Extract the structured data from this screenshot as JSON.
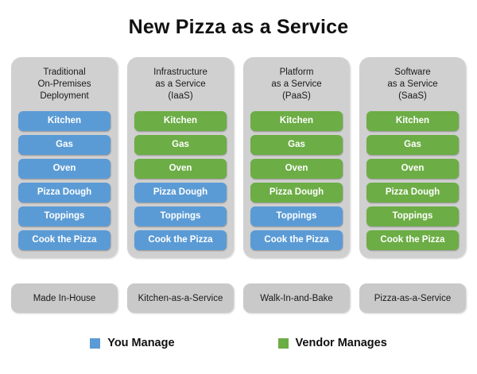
{
  "title": "New Pizza as a Service",
  "colors": {
    "you_manage": "#5B9BD5",
    "vendor_manages": "#6CAD45",
    "panel_background": "#D0D0D0",
    "footer_background": "#C9C9C9",
    "page_background": "#FFFFFF"
  },
  "columns": [
    {
      "header_lines": [
        "Traditional",
        "On-Premises",
        "Deployment"
      ],
      "items": [
        {
          "label": "Kitchen",
          "owner": "you"
        },
        {
          "label": "Gas",
          "owner": "you"
        },
        {
          "label": "Oven",
          "owner": "you"
        },
        {
          "label": "Pizza Dough",
          "owner": "you"
        },
        {
          "label": "Toppings",
          "owner": "you"
        },
        {
          "label": "Cook the Pizza",
          "owner": "you"
        }
      ],
      "footer": "Made In-House"
    },
    {
      "header_lines": [
        "Infrastructure",
        "as a Service",
        "(IaaS)"
      ],
      "items": [
        {
          "label": "Kitchen",
          "owner": "vendor"
        },
        {
          "label": "Gas",
          "owner": "vendor"
        },
        {
          "label": "Oven",
          "owner": "vendor"
        },
        {
          "label": "Pizza Dough",
          "owner": "you"
        },
        {
          "label": "Toppings",
          "owner": "you"
        },
        {
          "label": "Cook the Pizza",
          "owner": "you"
        }
      ],
      "footer": "Kitchen-as-a-Service"
    },
    {
      "header_lines": [
        "Platform",
        "as a Service",
        "(PaaS)"
      ],
      "items": [
        {
          "label": "Kitchen",
          "owner": "vendor"
        },
        {
          "label": "Gas",
          "owner": "vendor"
        },
        {
          "label": "Oven",
          "owner": "vendor"
        },
        {
          "label": "Pizza Dough",
          "owner": "vendor"
        },
        {
          "label": "Toppings",
          "owner": "you"
        },
        {
          "label": "Cook the Pizza",
          "owner": "you"
        }
      ],
      "footer": "Walk-In-and-Bake"
    },
    {
      "header_lines": [
        "Software",
        "as a Service",
        "(SaaS)"
      ],
      "items": [
        {
          "label": "Kitchen",
          "owner": "vendor"
        },
        {
          "label": "Gas",
          "owner": "vendor"
        },
        {
          "label": "Oven",
          "owner": "vendor"
        },
        {
          "label": "Pizza Dough",
          "owner": "vendor"
        },
        {
          "label": "Toppings",
          "owner": "vendor"
        },
        {
          "label": "Cook the Pizza",
          "owner": "vendor"
        }
      ],
      "footer": "Pizza-as-a-Service"
    }
  ],
  "legend": [
    {
      "label": "You Manage",
      "owner": "you"
    },
    {
      "label": "Vendor Manages",
      "owner": "vendor"
    }
  ]
}
